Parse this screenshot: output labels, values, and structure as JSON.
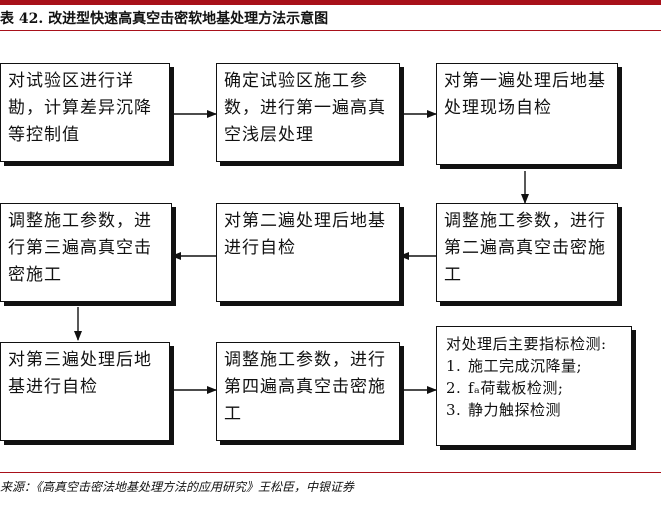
{
  "title": "表 42. 改进型快速高真空击密软地基处理方法示意图",
  "source": "来源：《高真空击密法地基处理方法的应用研究》王松臣，中银证券",
  "colors": {
    "accent": "#a8111a",
    "border": "#111111"
  },
  "boxes": {
    "b1": "对试验区进行详勘，计算差异沉降等控制值",
    "b2": "确定试验区施工参数，进行第一遍高真空浅层处理",
    "b3": "对第一遍处理后地基处理现场自检",
    "b4": "调整施工参数，进行第二遍高真空击密施工",
    "b5": "对第二遍处理后地基进行自检",
    "b6": "调整施工参数，进行第三遍高真空击密施工",
    "b7": "对第三遍处理后地基进行自检",
    "b8": "调整施工参数，进行第四遍高真空击密施工",
    "b9": {
      "heading": "对处理后主要指标检测:",
      "items": [
        {
          "num": "1.",
          "text": "施工完成沉降量;"
        },
        {
          "num": "2.",
          "text": "fₐ荷载板检测;"
        },
        {
          "num": "3.",
          "text": "静力触探检测"
        }
      ]
    }
  }
}
